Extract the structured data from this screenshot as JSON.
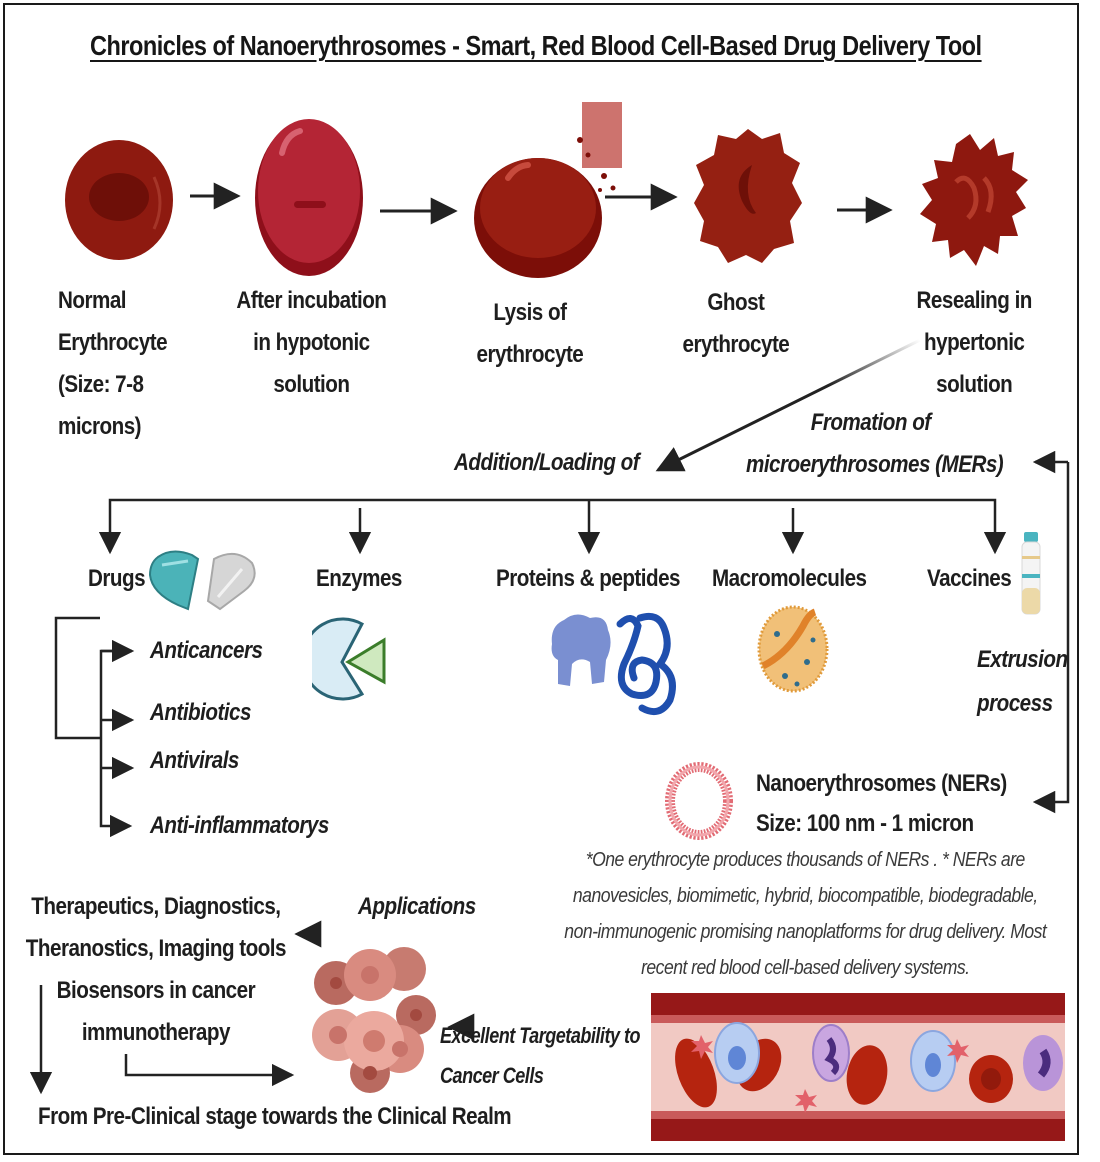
{
  "title": "Chronicles of Nanoerythrosomes - Smart, Red Blood Cell-Based Drug Delivery Tool",
  "process_steps": [
    {
      "icon": "normal-erythrocyte-icon",
      "lines": [
        "Normal",
        "Erythrocyte",
        "(Size: 7-8",
        "microns)"
      ]
    },
    {
      "icon": "swollen-erythrocyte-icon",
      "lines": [
        "After incubation",
        "in hypotonic",
        "solution"
      ]
    },
    {
      "icon": "lysed-erythrocyte-icon",
      "lines": [
        "Lysis of",
        "erythrocyte"
      ]
    },
    {
      "icon": "ghost-erythrocyte-icon",
      "lines": [
        "Ghost",
        "erythrocyte"
      ]
    },
    {
      "icon": "resealed-erythrocyte-icon",
      "lines": [
        "Resealing in",
        "hypertonic",
        "solution"
      ]
    }
  ],
  "loading_label": "Addition/Loading of",
  "formation_label": [
    "Fromation of",
    "microerythrosomes (MERs)"
  ],
  "cargo": [
    {
      "label": "Drugs",
      "icon": "capsule-icon"
    },
    {
      "label": "Enzymes",
      "icon": "enzyme-icon"
    },
    {
      "label": "Proteins & peptides",
      "icon": "protein-icon"
    },
    {
      "label": "Macromolecules",
      "icon": "macromolecule-icon"
    },
    {
      "label": "Vaccines",
      "icon": "vaccine-vial-icon"
    }
  ],
  "drug_types": [
    "Anticancers",
    "Antibiotics",
    "Antivirals",
    "Anti-inflammatorys"
  ],
  "extrusion_label": [
    "Extrusion",
    "process"
  ],
  "ner": {
    "name": "Nanoerythrosomes (NERs)",
    "size": "Size: 100 nm - 1 micron"
  },
  "note_lines": [
    "*One erythrocyte produces thousands of NERs . * NERs are",
    "nanovesicles, biomimetic, hybrid, biocompatible, biodegradable,",
    "non-immunogenic promising nanoplatforms for drug delivery.  Most",
    "recent  red blood cell-based delivery systems."
  ],
  "applications_label": "Applications",
  "applications": [
    "Therapeutics, Diagnostics,",
    "Theranostics, Imaging tools",
    "Biosensors in cancer",
    "immunotherapy"
  ],
  "targetability_label": [
    "Excellent  Targetability to",
    "Cancer Cells"
  ],
  "clinical_label": "From Pre-Clinical stage towards  the Clinical Realm",
  "colors": {
    "rbc": "#8e1a10",
    "rbc_light": "#b22a35",
    "ghost": "#9a2616",
    "arrow": "#222222",
    "capsule_teal": "#4bb3b8",
    "capsule_gray": "#d6d6d6",
    "enzyme_blue": "#d9ecf5",
    "enzyme_green": "#cfe9bf",
    "protein_blue": "#1f4fae",
    "protein_lilac": "#7a8fd1",
    "macromolecule_orange": "#f0a640",
    "ner_pink": "#e26b74",
    "tumor_pink": "#d98b80",
    "vessel_dark": "#961818",
    "vessel_lumen": "#f1c9c3"
  }
}
